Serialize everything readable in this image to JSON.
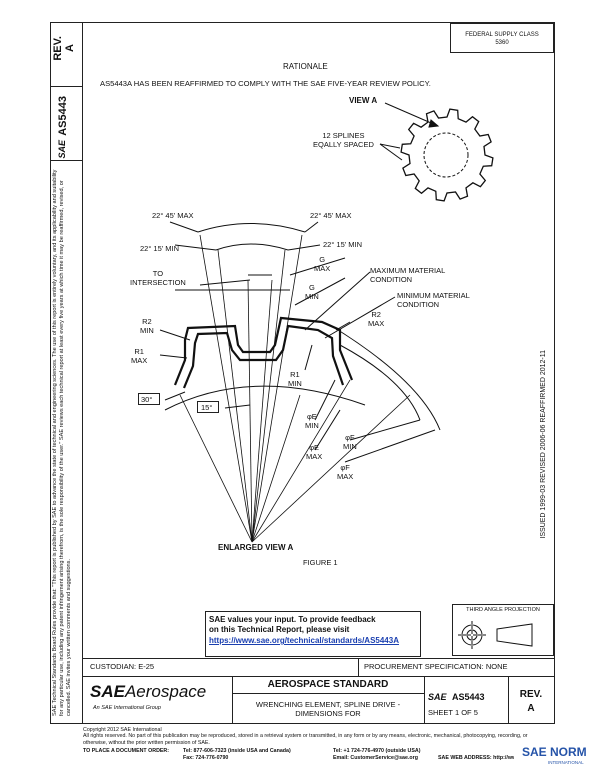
{
  "sidebar": {
    "rev_label": "REV.",
    "rev_value": "A",
    "doc_number": "AS5443",
    "brand": "SAE",
    "legal_left": "SAE Technical Standards Board Rules provide that: \"This report is published by SAE to advance the state of technical and engineering sciences. The use of this report is entirely voluntary, and its applicability and suitability for any particular use, including any patent infringement arising therefrom, is the sole responsibility of the user.\"",
    "legal_right": "SAE reviews each technical report at least every five years at which time it may be reaffirmed, revised, or cancelled. SAE invites your written comments and suggestions.",
    "history": "ISSUED 1999-03   REVISED 2006-06   REAFFIRMED 2012-11"
  },
  "header": {
    "fed_class": "FEDERAL SUPPLY CLASS",
    "fed_code": "5360",
    "rationale_title": "RATIONALE",
    "rationale_text": "AS5443A HAS BEEN REAFFIRMED TO COMPLY WITH THE SAE FIVE-YEAR REVIEW POLICY."
  },
  "drawing": {
    "view_a": "VIEW A",
    "splines": "12 SPLINES\nEQALLY SPACED",
    "deg_45_max_left": "22° 45' MAX",
    "deg_45_max_right": "22° 45' MAX",
    "deg_15_min_left": "22° 15' MIN",
    "deg_15_min_right": "22° 15' MIN",
    "g_max": "G\nMAX",
    "g_min": "G\nMIN",
    "to_intersection": "TO\nINTERSECTION",
    "max_material": "MAXIMUM MATERIAL\nCONDITION",
    "min_material": "MINIMUM MATERIAL\nCONDITION",
    "r2_min": "R2\nMIN",
    "r2_max": "R2\nMAX",
    "r1_max": "R1\nMAX",
    "r1_min": "R1\nMIN",
    "angle_30": "30°",
    "angle_15": "15°",
    "e_min": "φE\nMIN",
    "e_max": "φE\nMAX",
    "f_min": "φF\nMIN",
    "f_max": "φF\nMAX",
    "enlarged_view": "ENLARGED VIEW A",
    "figure": "FIGURE 1"
  },
  "feedback": {
    "line1": "SAE values your input. To provide feedback",
    "line2": "on this Technical Report, please visit",
    "link": "https://www.sae.org/technical/standards/AS5443A"
  },
  "projection": {
    "label": "THIRD ANGLE PROJECTION"
  },
  "footer": {
    "custodian": "CUSTODIAN: E-25",
    "procurement": "PROCUREMENT SPECIFICATION: NONE",
    "logo_sae": "SAE",
    "logo_aero": "Aerospace",
    "logo_sub": "An SAE International Group",
    "standard_title": "AEROSPACE STANDARD",
    "doc_title_1": "WRENCHING ELEMENT, SPLINE DRIVE -",
    "doc_title_2": "DIMENSIONS FOR",
    "sae_small": "SAE",
    "doc_number": "AS5443",
    "sheet": "SHEET 1 OF 5",
    "rev_label": "REV.",
    "rev_value": "A"
  },
  "legal_footer": {
    "copyright": "Copyright 2012 SAE International",
    "rights": "All rights reserved. No part of this publication may be reproduced, stored in a retrieval system or transmitted, in any form or by any means, electronic, mechanical, photocopying, recording, or otherwise, without the prior written permission of SAE.",
    "order_label": "TO PLACE A DOCUMENT ORDER:",
    "tel1": "Tel: 877-606-7323 (inside USA and Canada)",
    "tel2": "Tel: +1 724-776-4970 (outside USA)",
    "fax": "Fax: 724-776-0790",
    "email": "Email: CustomerService@sae.org",
    "web": "SAE WEB ADDRESS: http://www.sae.org"
  },
  "watermark": {
    "brand": "SAE NORM",
    "sub": "INTERNATIONAL"
  }
}
